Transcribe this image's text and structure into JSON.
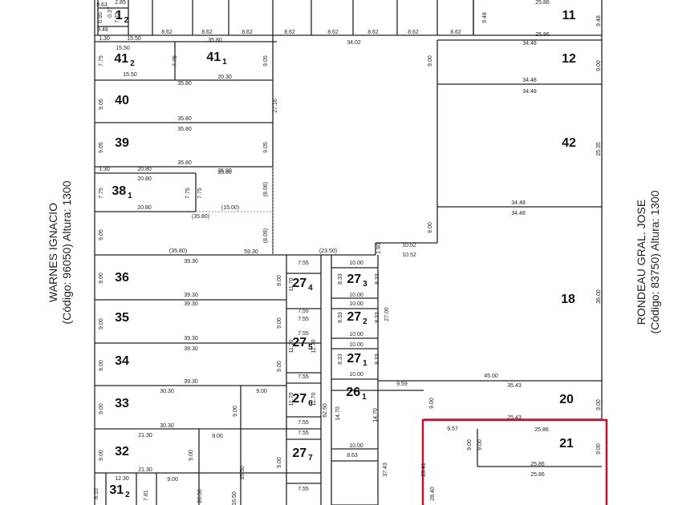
{
  "streets": {
    "left": {
      "name": "WARNES IGNACIO",
      "info": "(Código: 96050) Altura: 1300"
    },
    "right": {
      "name": "RONDEAU GRAL. JOSE",
      "info": "(Código: 83750) Altura: 1300"
    }
  },
  "colors": {
    "line": "#222222",
    "dashed": "#888888",
    "highlight": "#c8102e"
  },
  "parcels": [
    {
      "main": "1",
      "sub": "2"
    },
    {
      "main": "11",
      "sub": ""
    },
    {
      "main": "41",
      "sub": "2"
    },
    {
      "main": "41",
      "sub": "1"
    },
    {
      "main": "12",
      "sub": ""
    },
    {
      "main": "40",
      "sub": ""
    },
    {
      "main": "39",
      "sub": ""
    },
    {
      "main": "42",
      "sub": ""
    },
    {
      "main": "38",
      "sub": "1"
    },
    {
      "main": "36",
      "sub": ""
    },
    {
      "main": "27",
      "sub": "4"
    },
    {
      "main": "27",
      "sub": "3"
    },
    {
      "main": "18",
      "sub": ""
    },
    {
      "main": "35",
      "sub": ""
    },
    {
      "main": "27",
      "sub": "5"
    },
    {
      "main": "27",
      "sub": "2"
    },
    {
      "main": "34",
      "sub": ""
    },
    {
      "main": "27",
      "sub": "1"
    },
    {
      "main": "33",
      "sub": ""
    },
    {
      "main": "27",
      "sub": "6"
    },
    {
      "main": "26",
      "sub": "1"
    },
    {
      "main": "20",
      "sub": ""
    },
    {
      "main": "21",
      "sub": ""
    },
    {
      "main": "32",
      "sub": ""
    },
    {
      "main": "27",
      "sub": "7"
    },
    {
      "main": "31",
      "sub": "2"
    }
  ],
  "measures": [
    "8.63",
    "2.85",
    "6.95",
    "0.37",
    "7.22",
    "9.48",
    "8.62",
    "8.62",
    "8.62",
    "8.62",
    "8.62",
    "8.62",
    "8.62",
    "8.62",
    "25.86",
    "9.48",
    "9.48",
    "25.86",
    "1.30",
    "15.50",
    "35.80",
    "34.02",
    "34.48",
    "15.50",
    "7.75",
    "7.75",
    "9.05",
    "9.00",
    "9.00",
    "15.50",
    "20.30",
    "34.48",
    "34.48",
    "35.80",
    "9.05",
    "27.16",
    "35.80",
    "35.80",
    "9.05",
    "9.05",
    "35.80",
    "35.80",
    "25.35",
    "1.30",
    "20.80",
    "35.80",
    "20.80",
    "(8.06)",
    "7.75",
    "7.75",
    "7.75",
    "20.80",
    "(35.80)",
    "(15.00)",
    "34.48",
    "34.48",
    "9.05",
    "(8.09)",
    "9.00",
    "(35.80)",
    "59.30",
    "(23.50)",
    "1.90",
    "10.52",
    "10.52",
    "39.30",
    "7.55",
    "10.00",
    "9.00",
    "9.00",
    "11.70",
    "8.33",
    "8.33",
    "39.30",
    "39.30",
    "7.55",
    "10.00",
    "36.00",
    "7.55",
    "10.00",
    "9.00",
    "9.00",
    "8.33",
    "8.33",
    "27.00",
    "39.30",
    "39.30",
    "7.55",
    "10.00",
    "11.70",
    "11.70",
    "10.00",
    "9.00",
    "9.00",
    "8.33",
    "8.33",
    "39.30",
    "7.55",
    "10.00",
    "45.00",
    "30.30",
    "9.00",
    "9.59",
    "35.43",
    "9.00",
    "11.70",
    "11.70",
    "9.00",
    "9.00",
    "14.70",
    "62.50",
    "14.70",
    "9.00",
    "30.30",
    "7.55",
    "25.43",
    "9.57",
    "25.86",
    "21.30",
    "9.00",
    "9.00",
    "9.00",
    "9.00",
    "9.00",
    "9.00",
    "10.00",
    "7.55",
    "9.00",
    "8.63",
    "37.43",
    "28.41",
    "25.86",
    "25.86",
    "21.30",
    "35.50",
    "12.30",
    "9.00",
    "7.55",
    "8.10",
    "7.81",
    "26.50",
    "16.50",
    "28.40"
  ]
}
